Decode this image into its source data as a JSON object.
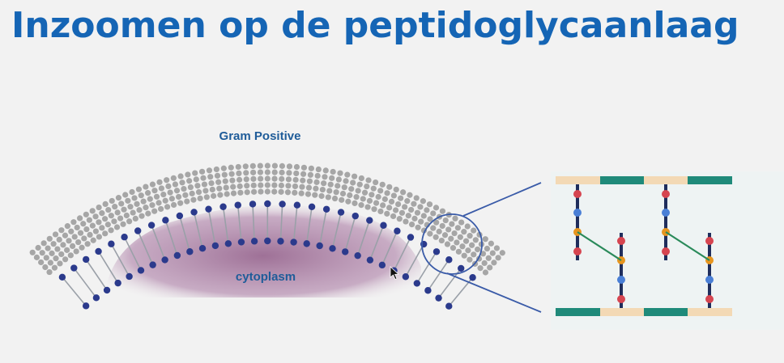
{
  "title": "Inzoomen op de peptidoglycaanlaag",
  "labels": {
    "gram_positive": "Gram Positive",
    "cytoplasm": "cytoplasm"
  },
  "colors": {
    "title": "#1565b5",
    "label": "#1f5c99",
    "peptidoglycan_dot": "#a6a6a6",
    "lipid_head": "#2b3a8c",
    "cytoplasm": "#9a6a92",
    "zoom_line": "#3a5ba8",
    "glycan_teal": "#1f8a7a",
    "glycan_beige": "#f3d9b5",
    "peptide_red": "#d64550",
    "peptide_blue": "#4a7fd6",
    "peptide_orange": "#e7951f",
    "crosslink_green": "#2a8a5a",
    "stem": "#1f2d5c"
  },
  "icons": {
    "cursor": "mouse-pointer-icon"
  }
}
